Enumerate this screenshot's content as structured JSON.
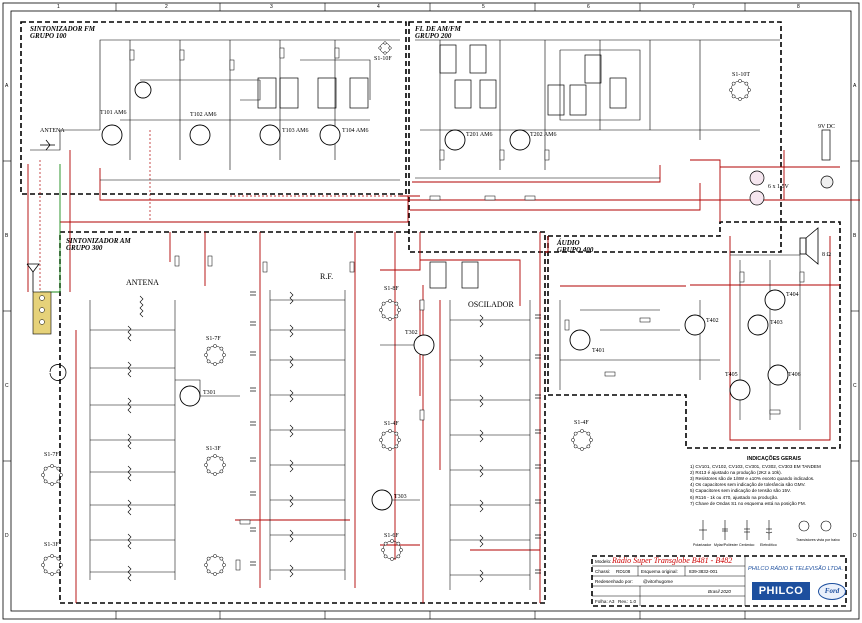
{
  "blocks": {
    "fm_tuner": {
      "title": "SINTONIZADOR FM",
      "group": "GRUPO 100"
    },
    "if_amfm": {
      "title": "FI. DE AM/FM",
      "group": "GRUPO 200"
    },
    "am_tuner": {
      "title": "SINTONIZADOR AM",
      "group": "GRUPO 300"
    },
    "audio": {
      "title": "ÁUDIO",
      "group": "GRUPO 400"
    }
  },
  "labels": {
    "antena_fm": "ANTENA",
    "antena_am": "ANTENA",
    "rf": "R.F.",
    "oscilador": "OSCILADOR",
    "battery": "6 x 1,5V",
    "speaker": "8 Ω",
    "dc_jack": "9V DC",
    "s1_fm": "S1-10F",
    "s1_if": "S1-10T",
    "s1_am": [
      "S1-7F",
      "S1-3F",
      "S1-7F",
      "S1-3F",
      "S1-8F",
      "S1-4F",
      "S1-6F",
      "S1-4F"
    ],
    "transistors": [
      "T101 AM6",
      "T102 AM6",
      "T103 AM6",
      "T104 AM6",
      "T201 AM6",
      "T202 AM6",
      "T301",
      "T302",
      "T303",
      "T401",
      "T402",
      "T403",
      "T404",
      "T405",
      "T406"
    ]
  },
  "grid": {
    "cols": [
      "1",
      "2",
      "3",
      "4",
      "5",
      "6",
      "7",
      "8"
    ],
    "rows": [
      "A",
      "B",
      "C",
      "D"
    ]
  },
  "notes": {
    "heading": "INDICAÇÕES GERAIS",
    "items": [
      "1) CV101, CV102, CV103, CV301, CV302, CV303 EM TANDEM",
      "2) R413 é ajustado na produção (2K2 a 10k).",
      "3) Resistores são de 1/8W e ±10% exceto quando indicados.",
      "4) Os capacitores sem indicação de tolerância são GMV.",
      "5) Capacitores sem indicação de tensão são 15V.",
      "6) R116 - 1k ou 470, ajustado na produção.",
      "7) Chave de Ondas S1 no esquema está na posição FM."
    ]
  },
  "legend": [
    "Polarizador",
    "Mylar/Poliéster",
    "Cerâmico",
    "Eletrolítico",
    "Transistores vista por baixo"
  ],
  "title_block": {
    "model_label": "Modelo:",
    "model": "Rádio Super Transglobe B481 - B482",
    "company": "PHILCO RÁDIO E TELEVISÃO LTDA.",
    "chassis_label": "Chassi:",
    "chassis": "RD108",
    "schema_label": "Esquema original:",
    "schema": "839-3832-001",
    "drawn_label": "Redesenhado por:",
    "drawn": "@vitorhugome",
    "country": "Brasil 2020",
    "sheet": "Folha: A3",
    "rev": "Rev.: 1.0",
    "brand": "PHILCO",
    "ford": "Ford"
  }
}
